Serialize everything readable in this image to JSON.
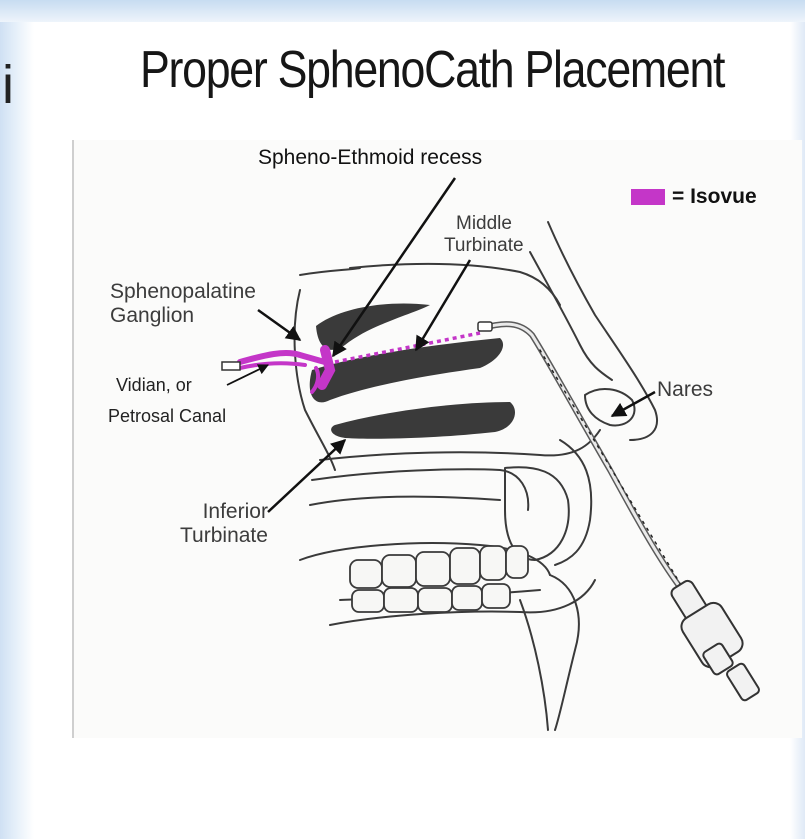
{
  "title": "Proper SphenoCath Placement",
  "stray_glyph": "i",
  "colors": {
    "isovue": "#c436c8",
    "turbinate": "#3a3a3a",
    "line": "#333333",
    "catheter": "#5a5a5a"
  },
  "legend": {
    "text": "= Isovue"
  },
  "labels": {
    "spheno_ethmoid": "Spheno-Ethmoid recess",
    "middle_turbinate": [
      "Middle",
      "Turbinate"
    ],
    "sphenopalatine": [
      "Sphenopalatine",
      "Ganglion"
    ],
    "vidian": [
      "Vidian, or",
      "Petrosal Canal"
    ],
    "nares": "Nares",
    "inferior_turbinate": [
      "Inferior",
      "Turbinate"
    ]
  }
}
